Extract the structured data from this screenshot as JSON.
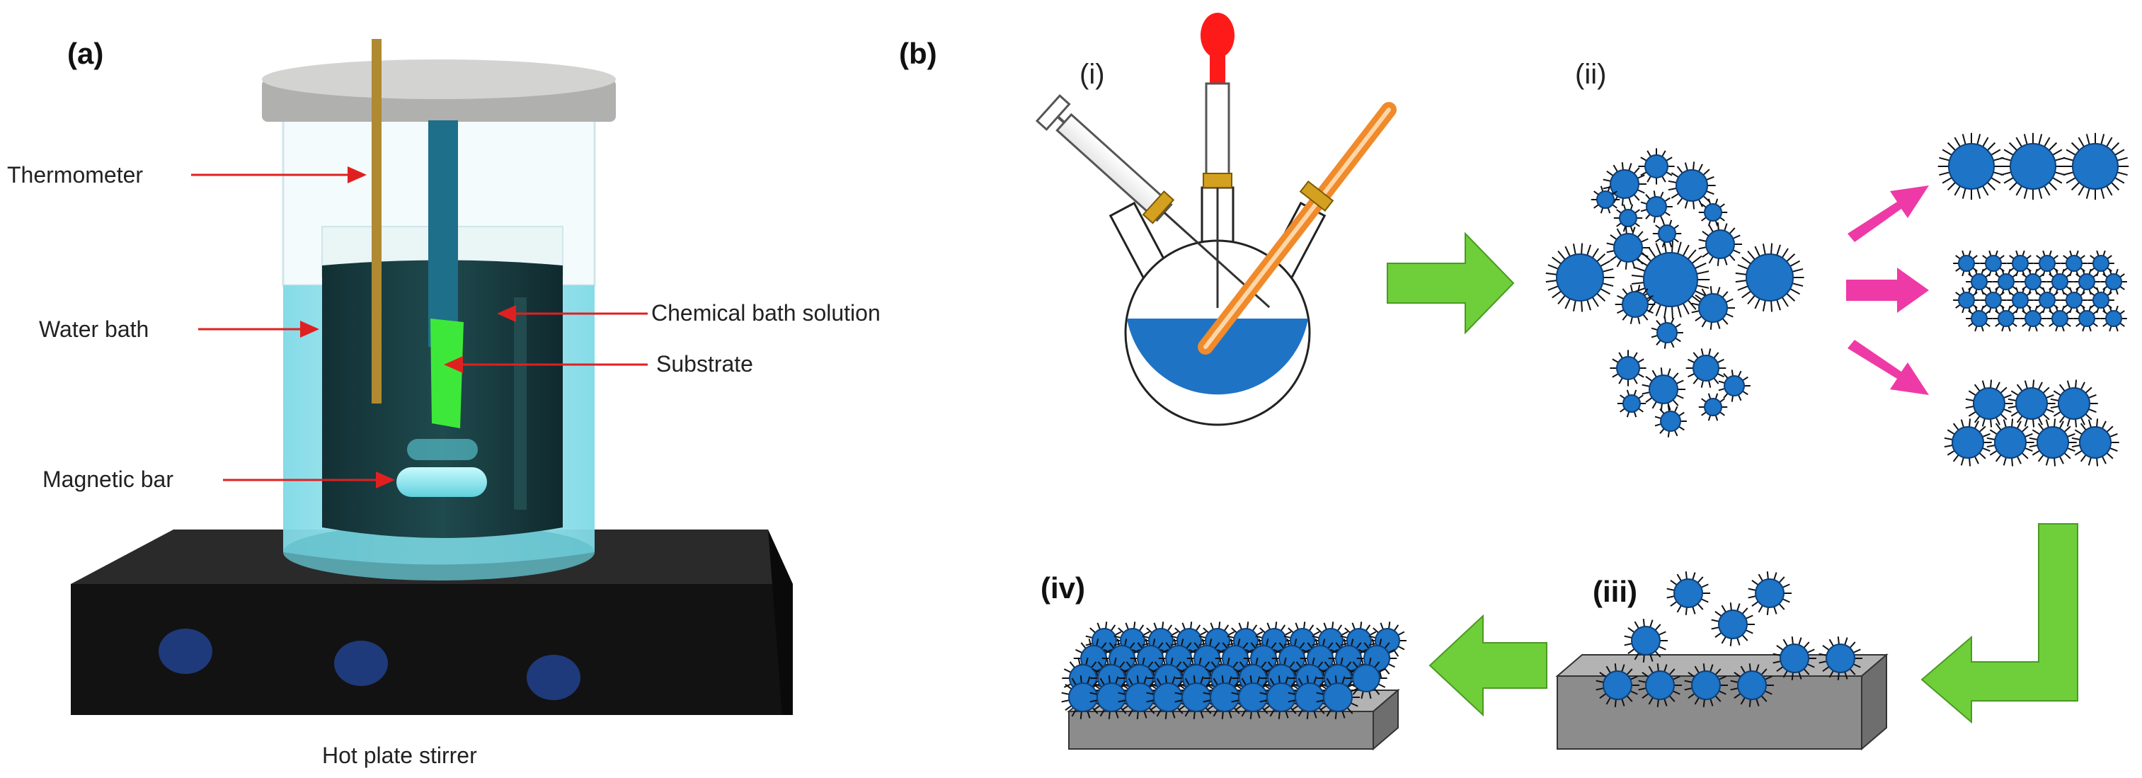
{
  "panels": {
    "a": {
      "label": "(a)"
    },
    "b": {
      "label": "(b)"
    }
  },
  "apparatus_labels": {
    "thermometer": "Thermometer",
    "water_bath": "Water bath",
    "chemical_bath_solution": "Chemical bath solution",
    "substrate": "Substrate",
    "magnetic_bar": "Magnetic bar",
    "hot_plate_stirrer": "Hot plate stirrer"
  },
  "steps": {
    "i": "(i)",
    "ii": "(ii)",
    "iii": "(iii)",
    "iv": "(iv)"
  },
  "colors": {
    "particle": "#1e74c6",
    "big_arrow": "#6fcf3a",
    "small_arrow": "#ee3aa6",
    "callout_arrow": "#e02020",
    "substrate": "#3ee83a",
    "bath_solution": "#1a3c40",
    "water": "#9ae6ef",
    "hot_plate": "#141414",
    "flask_liquid": "#1f73c4",
    "slab": "#9a9a9a",
    "bulb": "#ff1a1a"
  }
}
